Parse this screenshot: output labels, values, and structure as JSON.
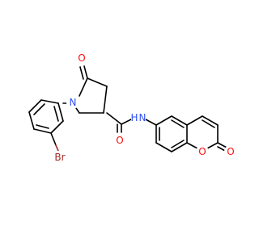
{
  "molecule": {
    "atoms": {
      "o_lactam": {
        "symbol": "O",
        "color": "#ff0d0d"
      },
      "n_ring": {
        "symbol": "N",
        "color": "#3050f8"
      },
      "br": {
        "symbol": "Br",
        "color": "#a62929"
      },
      "o_amide": {
        "symbol": "O",
        "color": "#ff0d0d"
      },
      "n_amide": {
        "symbol": "N",
        "color": "#3050f8"
      },
      "h_amide": {
        "symbol": "H",
        "color": "#3050f8"
      },
      "o_ring": {
        "symbol": "O",
        "color": "#ff0d0d"
      },
      "o_carbonyl": {
        "symbol": "O",
        "color": "#ff0d0d"
      }
    }
  }
}
